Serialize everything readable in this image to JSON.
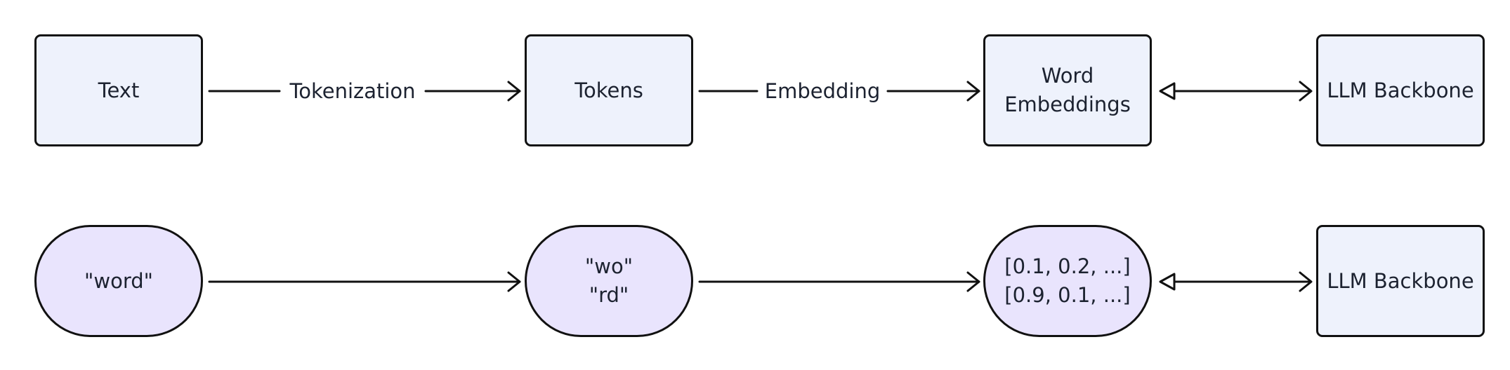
{
  "diagram": {
    "row1": {
      "nodes": [
        "Text",
        "Tokens",
        "Word Embeddings",
        "LLM Backbone"
      ],
      "word_embeddings_lines": [
        "Word",
        "Embeddings"
      ],
      "edge_labels": [
        "Tokenization",
        "Embedding"
      ]
    },
    "row2": {
      "word": "\"word\"",
      "tokens": [
        "\"wo\"",
        "\"rd\""
      ],
      "vectors": [
        "[0.1, 0.2, ...]",
        "[0.9, 0.1, ...]"
      ],
      "backbone": "LLM Backbone"
    }
  },
  "colors": {
    "box_fill": "#eef2fc",
    "pill_fill": "#e9e4fd",
    "stroke": "#111111",
    "text": "#1c2230"
  }
}
